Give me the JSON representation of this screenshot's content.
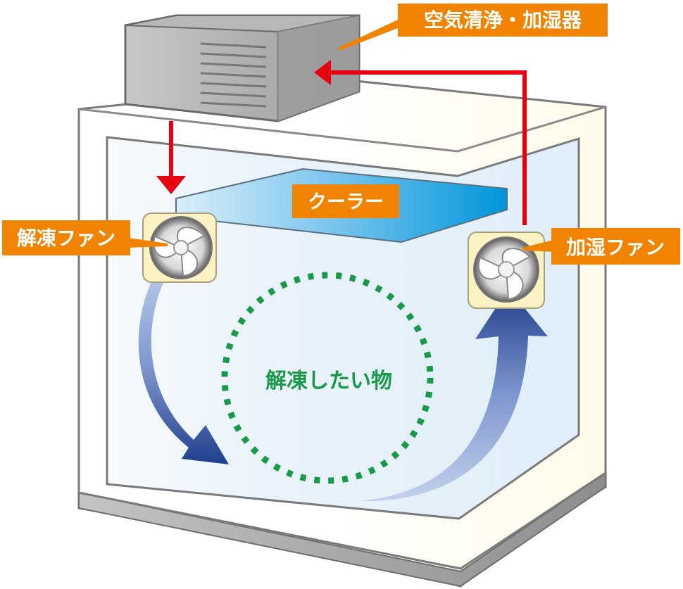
{
  "diagram": {
    "title": "解凍庫 空気循環図",
    "labels": {
      "purifier": "空気清浄・加湿器",
      "cooler": "クーラー",
      "thaw_fan": "解凍ファン",
      "humid_fan": "加湿ファン",
      "target": "解凍したい物"
    },
    "colors": {
      "label_bg": "#f08300",
      "label_text": "#ffffff",
      "duct_arrow": "#e60012",
      "airflow_dark": "#1f3e8c",
      "airflow_light": "#a9bde3",
      "cooler_light": "#bfe3f7",
      "cooler_dark": "#0099dd",
      "target_ring": "#1a9a48",
      "chamber_inner": "#e3f0fa",
      "box_wall": "#fffcee",
      "box_base": "#9a9a9a",
      "unit_gray": "#a3a3a3",
      "fan_frame": "#fdf3c2"
    },
    "flows": [
      {
        "from": "purifier",
        "to": "thaw_fan",
        "kind": "duct"
      },
      {
        "from": "humid_fan",
        "to": "purifier",
        "kind": "duct"
      },
      {
        "from": "thaw_fan",
        "to": "target",
        "kind": "airflow"
      },
      {
        "from": "target",
        "to": "humid_fan",
        "kind": "airflow"
      }
    ]
  }
}
